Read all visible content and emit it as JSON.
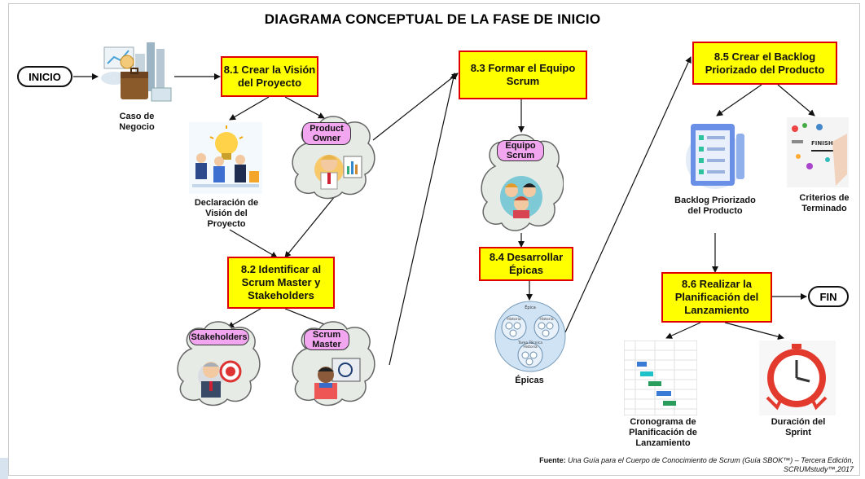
{
  "title": "DIAGRAMA CONCEPTUAL DE LA FASE DE INICIO",
  "start_label": "INICIO",
  "end_label": "FIN",
  "processes": {
    "p81": "8.1 Crear la Visión del Proyecto",
    "p82": "8.2 Identificar al Scrum Master y Stakeholders",
    "p83": "8.3 Formar el Equipo Scrum",
    "p84": "8.4 Desarrollar Épicas",
    "p85": "8.5 Crear el Backlog Priorizado del Producto",
    "p86": "8.6 Realizar la Planificación del Lanzamiento"
  },
  "roles": {
    "product_owner": "Product Owner",
    "stakeholders": "Stakeholders",
    "scrum_master": "Scrum Master",
    "equipo_scrum": "Equipo Scrum"
  },
  "artifacts": {
    "caso_negocio": "Caso de Negocio",
    "declaracion_vision": "Declaración de Visión del Proyecto",
    "epicas": "Épicas",
    "backlog": "Backlog Priorizado del Producto",
    "criterios": "Criterios de Terminado",
    "cronograma": "Cronograma de Planificación de Lanzamiento",
    "duracion": "Duración del Sprint"
  },
  "epics_image_text": {
    "epica": "Épica",
    "historia": "Historia",
    "tarea_tecnica": "Tarea Técnica"
  },
  "finish_word": "FINISH",
  "source": {
    "label": "Fuente:",
    "text_line1": "Una Guía para el Cuerpo de Conocimiento de Scrum (Guía SBOK™) – Tercera Edición,",
    "text_line2": "SCRUMstudy™,2017"
  }
}
